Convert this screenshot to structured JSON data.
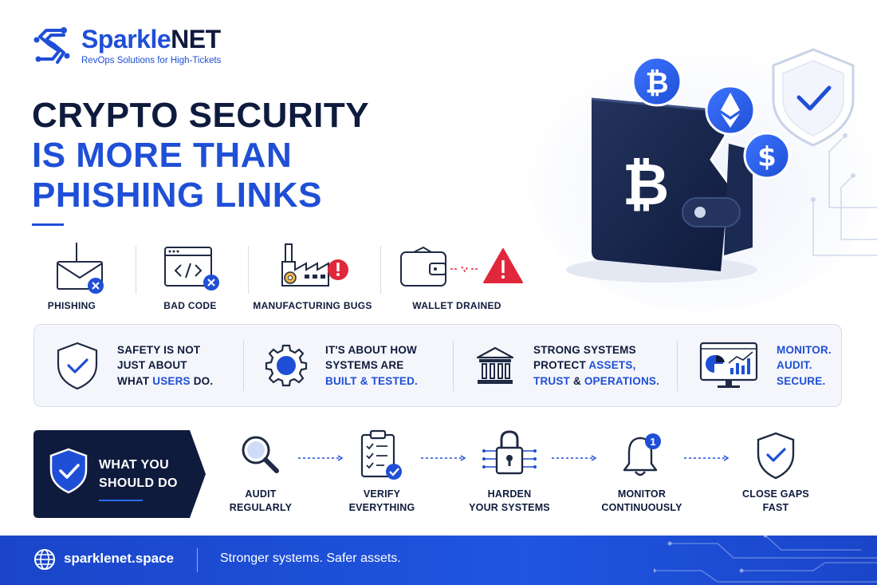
{
  "brand": {
    "name_part1": "Sparkle",
    "name_part2": "NET",
    "tagline": "RevOps Solutions for High-Tickets"
  },
  "headline": {
    "line1": "CRYPTO SECURITY",
    "line2": "IS MORE THAN",
    "line3": "PHISHING LINKS"
  },
  "threats": [
    {
      "label": "PHISHING",
      "icon": "phishing-email-icon"
    },
    {
      "label": "BAD CODE",
      "icon": "bad-code-icon"
    },
    {
      "label": "MANUFACTURING BUGS",
      "icon": "factory-bug-icon"
    },
    {
      "label": "WALLET DRAINED",
      "icon": "wallet-drained-icon"
    }
  ],
  "info": [
    {
      "icon": "shield-check-icon",
      "parts": [
        "SAFETY IS NOT",
        "JUST ABOUT",
        "WHAT ",
        "USERS",
        " DO."
      ]
    },
    {
      "icon": "gear-icon",
      "parts": [
        "IT'S ABOUT HOW",
        "SYSTEMS ARE",
        "BUILT & TESTED."
      ]
    },
    {
      "icon": "bank-icon",
      "parts": [
        "STRONG SYSTEMS",
        "PROTECT ",
        "ASSETS,",
        "TRUST",
        " & ",
        "OPERATIONS."
      ]
    },
    {
      "icon": "monitor-chart-icon",
      "parts": [
        "MONITOR.",
        "AUDIT.",
        "SECURE."
      ]
    }
  ],
  "todo": {
    "title_line1": "WHAT YOU",
    "title_line2": "SHOULD DO"
  },
  "steps": [
    {
      "line1": "AUDIT",
      "line2": "REGULARLY",
      "icon": "magnifier-icon"
    },
    {
      "line1": "VERIFY",
      "line2": "EVERYTHING",
      "icon": "checklist-icon"
    },
    {
      "line1": "HARDEN",
      "line2": "YOUR SYSTEMS",
      "icon": "circuit-lock-icon"
    },
    {
      "line1": "MONITOR",
      "line2": "CONTINUOUSLY",
      "icon": "bell-icon",
      "badge": "1"
    },
    {
      "line1": "CLOSE GAPS",
      "line2": "FAST",
      "icon": "shield-check-icon"
    }
  ],
  "footer": {
    "site": "sparklenet.space",
    "tagline": "Stronger systems. Safer assets."
  },
  "colors": {
    "navy": "#0f1b3d",
    "blue": "#1f4fd6",
    "alert_red": "#e0283a",
    "footer_blue": "#1f55e0"
  }
}
